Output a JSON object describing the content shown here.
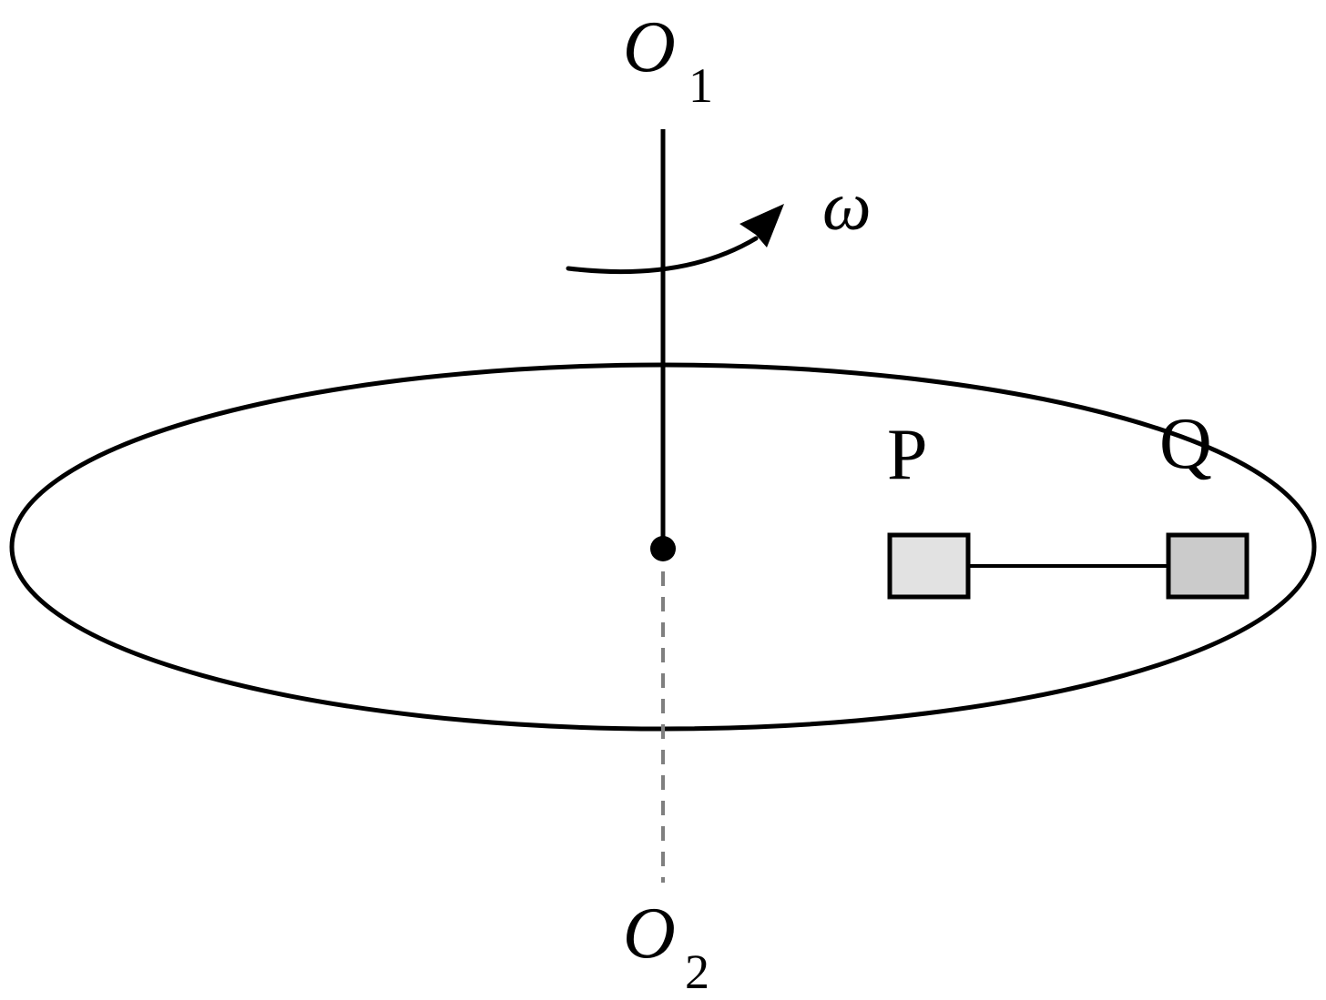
{
  "diagram": {
    "axis_top": {
      "letter": "O",
      "subscript": "1"
    },
    "axis_bottom": {
      "letter": "O",
      "subscript": "2"
    },
    "angular_velocity": "ω",
    "block_p": {
      "label": "P",
      "fill": "#e2e2e2"
    },
    "block_q": {
      "label": "Q",
      "fill": "#cbcbcb"
    },
    "colors": {
      "ink": "#000000",
      "dashed_axis": "#7f7f7f"
    }
  }
}
